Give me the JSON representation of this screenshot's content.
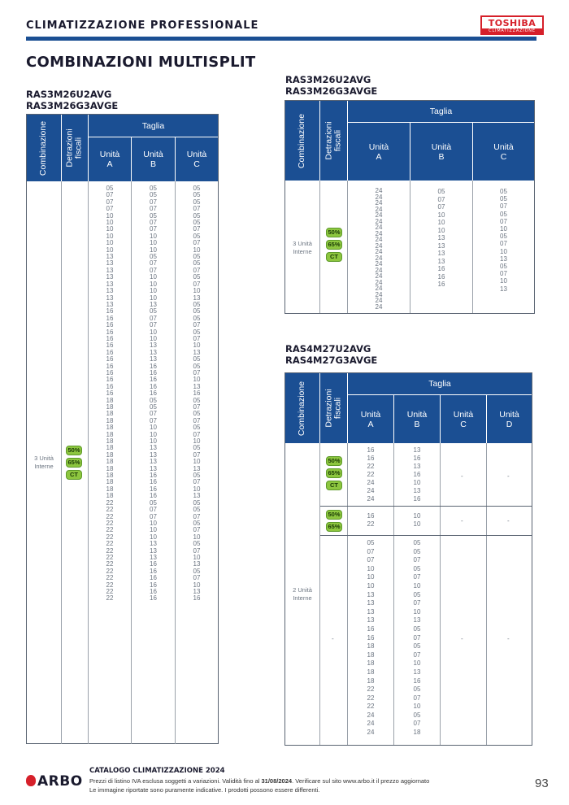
{
  "header": {
    "section_title": "CLIMATIZZAZIONE PROFESSIONALE",
    "brand": "TOSHIBA",
    "brand_sub": "CLIMATIZZAZIONE"
  },
  "page_title": "COMBINAZIONI MULTISPLIT",
  "headers": {
    "combinazione": "Combinazione",
    "detrazioni_1": "Detrazioni",
    "detrazioni_2": "fiscali",
    "taglia": "Taglia",
    "unit_word": "Unità",
    "a": "A",
    "b": "B",
    "c": "C",
    "d": "D"
  },
  "badges": {
    "b50": "50%",
    "b65": "65%",
    "ct": "CT"
  },
  "labels": {
    "tre_1": "3 Unità",
    "tre_2": "Interne",
    "due_1": "2 Unità",
    "due_2": "Interne",
    "dash": "-"
  },
  "table1": {
    "model_1": "RAS3M26U2AVG",
    "model_2": "RAS3M26G3AVGE",
    "col_a": [
      "05",
      "07",
      "07",
      "07",
      "10",
      "10",
      "10",
      "10",
      "10",
      "10",
      "13",
      "13",
      "13",
      "13",
      "13",
      "13",
      "13",
      "13",
      "16",
      "16",
      "16",
      "16",
      "16",
      "16",
      "16",
      "16",
      "16",
      "16",
      "16",
      "16",
      "16",
      "18",
      "18",
      "18",
      "18",
      "18",
      "18",
      "18",
      "18",
      "18",
      "18",
      "18",
      "18",
      "18",
      "18",
      "18",
      "22",
      "22",
      "22",
      "22",
      "22",
      "22",
      "22",
      "22",
      "22",
      "22",
      "22",
      "22",
      "22",
      "22",
      "22"
    ],
    "col_b": [
      "05",
      "05",
      "07",
      "07",
      "05",
      "07",
      "07",
      "10",
      "10",
      "10",
      "05",
      "07",
      "07",
      "10",
      "10",
      "10",
      "10",
      "13",
      "05",
      "07",
      "07",
      "10",
      "10",
      "13",
      "13",
      "13",
      "16",
      "16",
      "16",
      "16",
      "16",
      "05",
      "05",
      "07",
      "07",
      "10",
      "10",
      "10",
      "13",
      "13",
      "13",
      "13",
      "16",
      "16",
      "16",
      "16",
      "05",
      "07",
      "07",
      "10",
      "10",
      "10",
      "13",
      "13",
      "13",
      "16",
      "16",
      "16",
      "16",
      "16",
      "16"
    ],
    "col_c": [
      "05",
      "05",
      "05",
      "07",
      "05",
      "05",
      "07",
      "05",
      "07",
      "10",
      "05",
      "05",
      "07",
      "05",
      "07",
      "10",
      "13",
      "05",
      "05",
      "05",
      "07",
      "05",
      "07",
      "10",
      "13",
      "05",
      "05",
      "07",
      "10",
      "13",
      "16",
      "05",
      "07",
      "05",
      "07",
      "05",
      "07",
      "10",
      "05",
      "07",
      "10",
      "13",
      "05",
      "07",
      "10",
      "13",
      "05",
      "05",
      "07",
      "05",
      "07",
      "10",
      "05",
      "07",
      "10",
      "13",
      "05",
      "07",
      "10",
      "13",
      "16"
    ]
  },
  "table2": {
    "model_1": "RAS3M26U2AVG",
    "model_2": "RAS3M26G3AVGE",
    "col_a": [
      "24",
      "24",
      "24",
      "24",
      "24",
      "24",
      "24",
      "24",
      "24",
      "24",
      "24",
      "24",
      "24",
      "24",
      "24",
      "24",
      "24",
      "24",
      "24",
      "24"
    ],
    "col_b": [
      "05",
      "07",
      "07",
      "10",
      "10",
      "10",
      "13",
      "13",
      "13",
      "13",
      "16",
      "16",
      "16"
    ],
    "col_c": [
      "05",
      "05",
      "07",
      "05",
      "07",
      "10",
      "05",
      "07",
      "10",
      "13",
      "05",
      "07",
      "10",
      "13"
    ]
  },
  "table3": {
    "model_1": "RAS4M27U2AVG",
    "model_2": "RAS4M27G3AVGE",
    "g1_a": [
      "16",
      "16",
      "22",
      "22",
      "24",
      "24",
      "24"
    ],
    "g1_b": [
      "13",
      "16",
      "13",
      "16",
      "10",
      "13",
      "16"
    ],
    "g2_a": [
      "16",
      "22"
    ],
    "g2_b": [
      "10",
      "10"
    ],
    "g3_a": [
      "05",
      "07",
      "07",
      "10",
      "10",
      "10",
      "13",
      "13",
      "13",
      "13",
      "16",
      "16",
      "18",
      "18",
      "18",
      "18",
      "18",
      "22",
      "22",
      "22",
      "24",
      "24",
      "24"
    ],
    "g3_b": [
      "05",
      "05",
      "07",
      "05",
      "07",
      "10",
      "05",
      "07",
      "10",
      "13",
      "05",
      "07",
      "05",
      "07",
      "10",
      "13",
      "16",
      "05",
      "07",
      "10",
      "05",
      "07",
      "18"
    ]
  },
  "footer": {
    "brand": "ARBO",
    "title": "CATALOGO CLIMATIZZAZIONE 2024",
    "line1_a": "Prezzi di listino IVA esclusa soggetti a variazioni. Validità fino al ",
    "line1_date": "31/08/2024",
    "line1_b": ". Verificare sul sito www.arbo.it il prezzo aggiornato",
    "line2": "Le immagine riportate sono puramente indicative. I prodotti possono essere differenti.",
    "page_number": "93"
  }
}
